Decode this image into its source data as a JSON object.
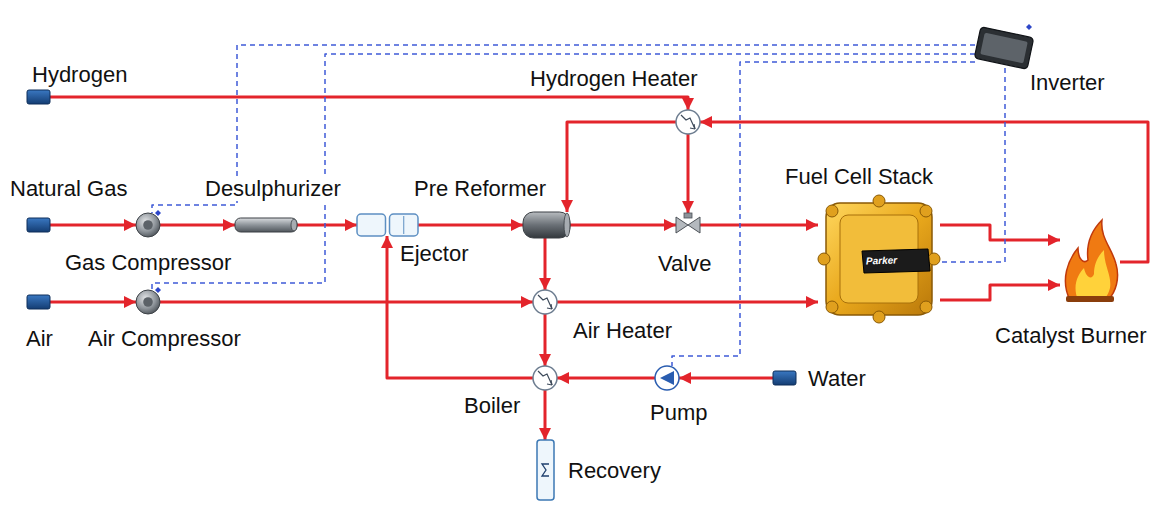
{
  "diagram": {
    "nodes": [
      {
        "text": [
          "Hydrogen"
        ]
      },
      {
        "text": [
          "Hydrogen Heater"
        ]
      },
      {
        "text": [
          "Inverter"
        ]
      },
      {
        "text": [
          "Natural Gas"
        ]
      },
      {
        "text": [
          "Desulphurizer"
        ]
      },
      {
        "text": [
          "Pre Reformer"
        ]
      },
      {
        "text": [
          "Fuel Cell Stack"
        ]
      },
      {
        "text": [
          "Gas Compressor"
        ]
      },
      {
        "text": [
          "Ejector"
        ]
      },
      {
        "text": [
          "Valve"
        ]
      },
      {
        "text": [
          "Air"
        ]
      },
      {
        "text": [
          "Air Compressor"
        ]
      },
      {
        "text": [
          "Air Heater"
        ]
      },
      {
        "text": [
          "Catalyst Burner"
        ]
      },
      {
        "text": [
          "Boiler"
        ]
      },
      {
        "text": [
          "Pump"
        ]
      },
      {
        "text": [
          "Water"
        ]
      },
      {
        "text": [
          "Recovery"
        ]
      }
    ],
    "edges": [
      {
        "from": 0,
        "to": 1,
        "arrow": "to"
      },
      {
        "from": 1,
        "to": 9,
        "arrow": "to"
      },
      {
        "from": 9,
        "to": 6,
        "arrow": "to"
      },
      {
        "from": 3,
        "to": 7,
        "arrow": "to"
      },
      {
        "from": 7,
        "to": 4,
        "arrow": "to"
      },
      {
        "from": 4,
        "to": 8,
        "arrow": "to"
      },
      {
        "from": 8,
        "to": 5,
        "arrow": "to"
      },
      {
        "from": 5,
        "to": 9,
        "arrow": "to"
      },
      {
        "from": 5,
        "to": 12,
        "arrow": "to"
      },
      {
        "from": 12,
        "to": 14,
        "arrow": "to"
      },
      {
        "from": 14,
        "to": 17,
        "arrow": "to"
      },
      {
        "from": 13,
        "to": 1,
        "arrow": "to"
      },
      {
        "from": 1,
        "to": 5,
        "arrow": "to"
      },
      {
        "from": 10,
        "to": 11,
        "arrow": "to"
      },
      {
        "from": 11,
        "to": 12,
        "arrow": "to"
      },
      {
        "from": 12,
        "to": 6,
        "arrow": "to"
      },
      {
        "from": 16,
        "to": 15,
        "arrow": "to"
      },
      {
        "from": 15,
        "to": 14,
        "arrow": "to"
      },
      {
        "from": 14,
        "to": 8,
        "arrow": "to"
      },
      {
        "from": 6,
        "to": 13,
        "arrow": "to"
      },
      {
        "from": 6,
        "to": 13,
        "arrow": "to"
      },
      {
        "from": 2,
        "to": 7,
        "arrow": "none"
      },
      {
        "from": 2,
        "to": 11,
        "arrow": "none"
      },
      {
        "from": 2,
        "to": 15,
        "arrow": "none"
      },
      {
        "from": 2,
        "to": 6,
        "arrow": "none"
      }
    ],
    "labels": [
      "Parker"
    ]
  }
}
